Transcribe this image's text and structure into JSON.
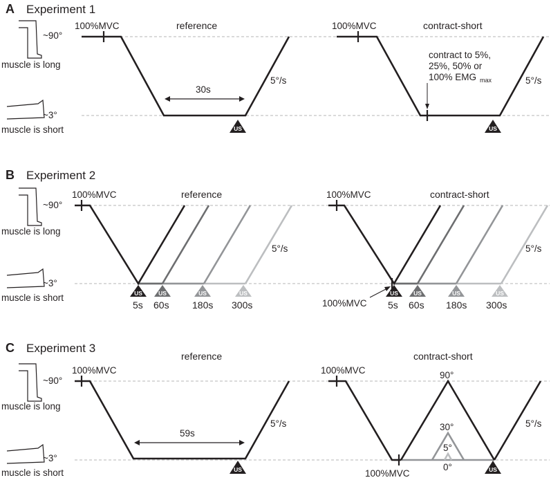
{
  "panels": {
    "a": {
      "letter": "A",
      "title": "Experiment 1",
      "angle_top": "~90°",
      "angle_bottom": "~3°",
      "long_label": "muscle is long",
      "short_label": "muscle is short",
      "reference_title": "reference",
      "contract_title": "contract-short",
      "mvc_label": "100%MVC",
      "duration_label": "30s",
      "speed_label": "5°/s",
      "us_label": "US",
      "contract_note_lines": [
        "contract to 5%,",
        "25%, 50% or",
        "100% EMG"
      ],
      "contract_note_sub": "max"
    },
    "b": {
      "letter": "B",
      "title": "Experiment 2",
      "angle_top": "~90°",
      "angle_bottom": "~3°",
      "long_label": "muscle is long",
      "short_label": "muscle is short",
      "reference_title": "reference",
      "contract_title": "contract-short",
      "mvc_label": "100%MVC",
      "speed_label": "5°/s",
      "us_label": "US",
      "times": [
        "5s",
        "60s",
        "180s",
        "300s"
      ],
      "time_marker_colors": [
        "#231f20",
        "#6d6e70",
        "#939598",
        "#bcbec0"
      ],
      "bottom_mvc_label": "100%MVC"
    },
    "c": {
      "letter": "C",
      "title": "Experiment 3",
      "angle_top": "~90°",
      "angle_bottom": "~3°",
      "long_label": "muscle is long",
      "short_label": "muscle is short",
      "reference_title": "reference",
      "contract_title": "contract-short",
      "mvc_label": "100%MVC",
      "duration_label": "59s",
      "speed_label": "5°/s",
      "us_label": "US",
      "peak_labels": [
        "90°",
        "30°",
        "5°",
        "0°"
      ],
      "bottom_mvc_label": "100%MVC"
    }
  }
}
